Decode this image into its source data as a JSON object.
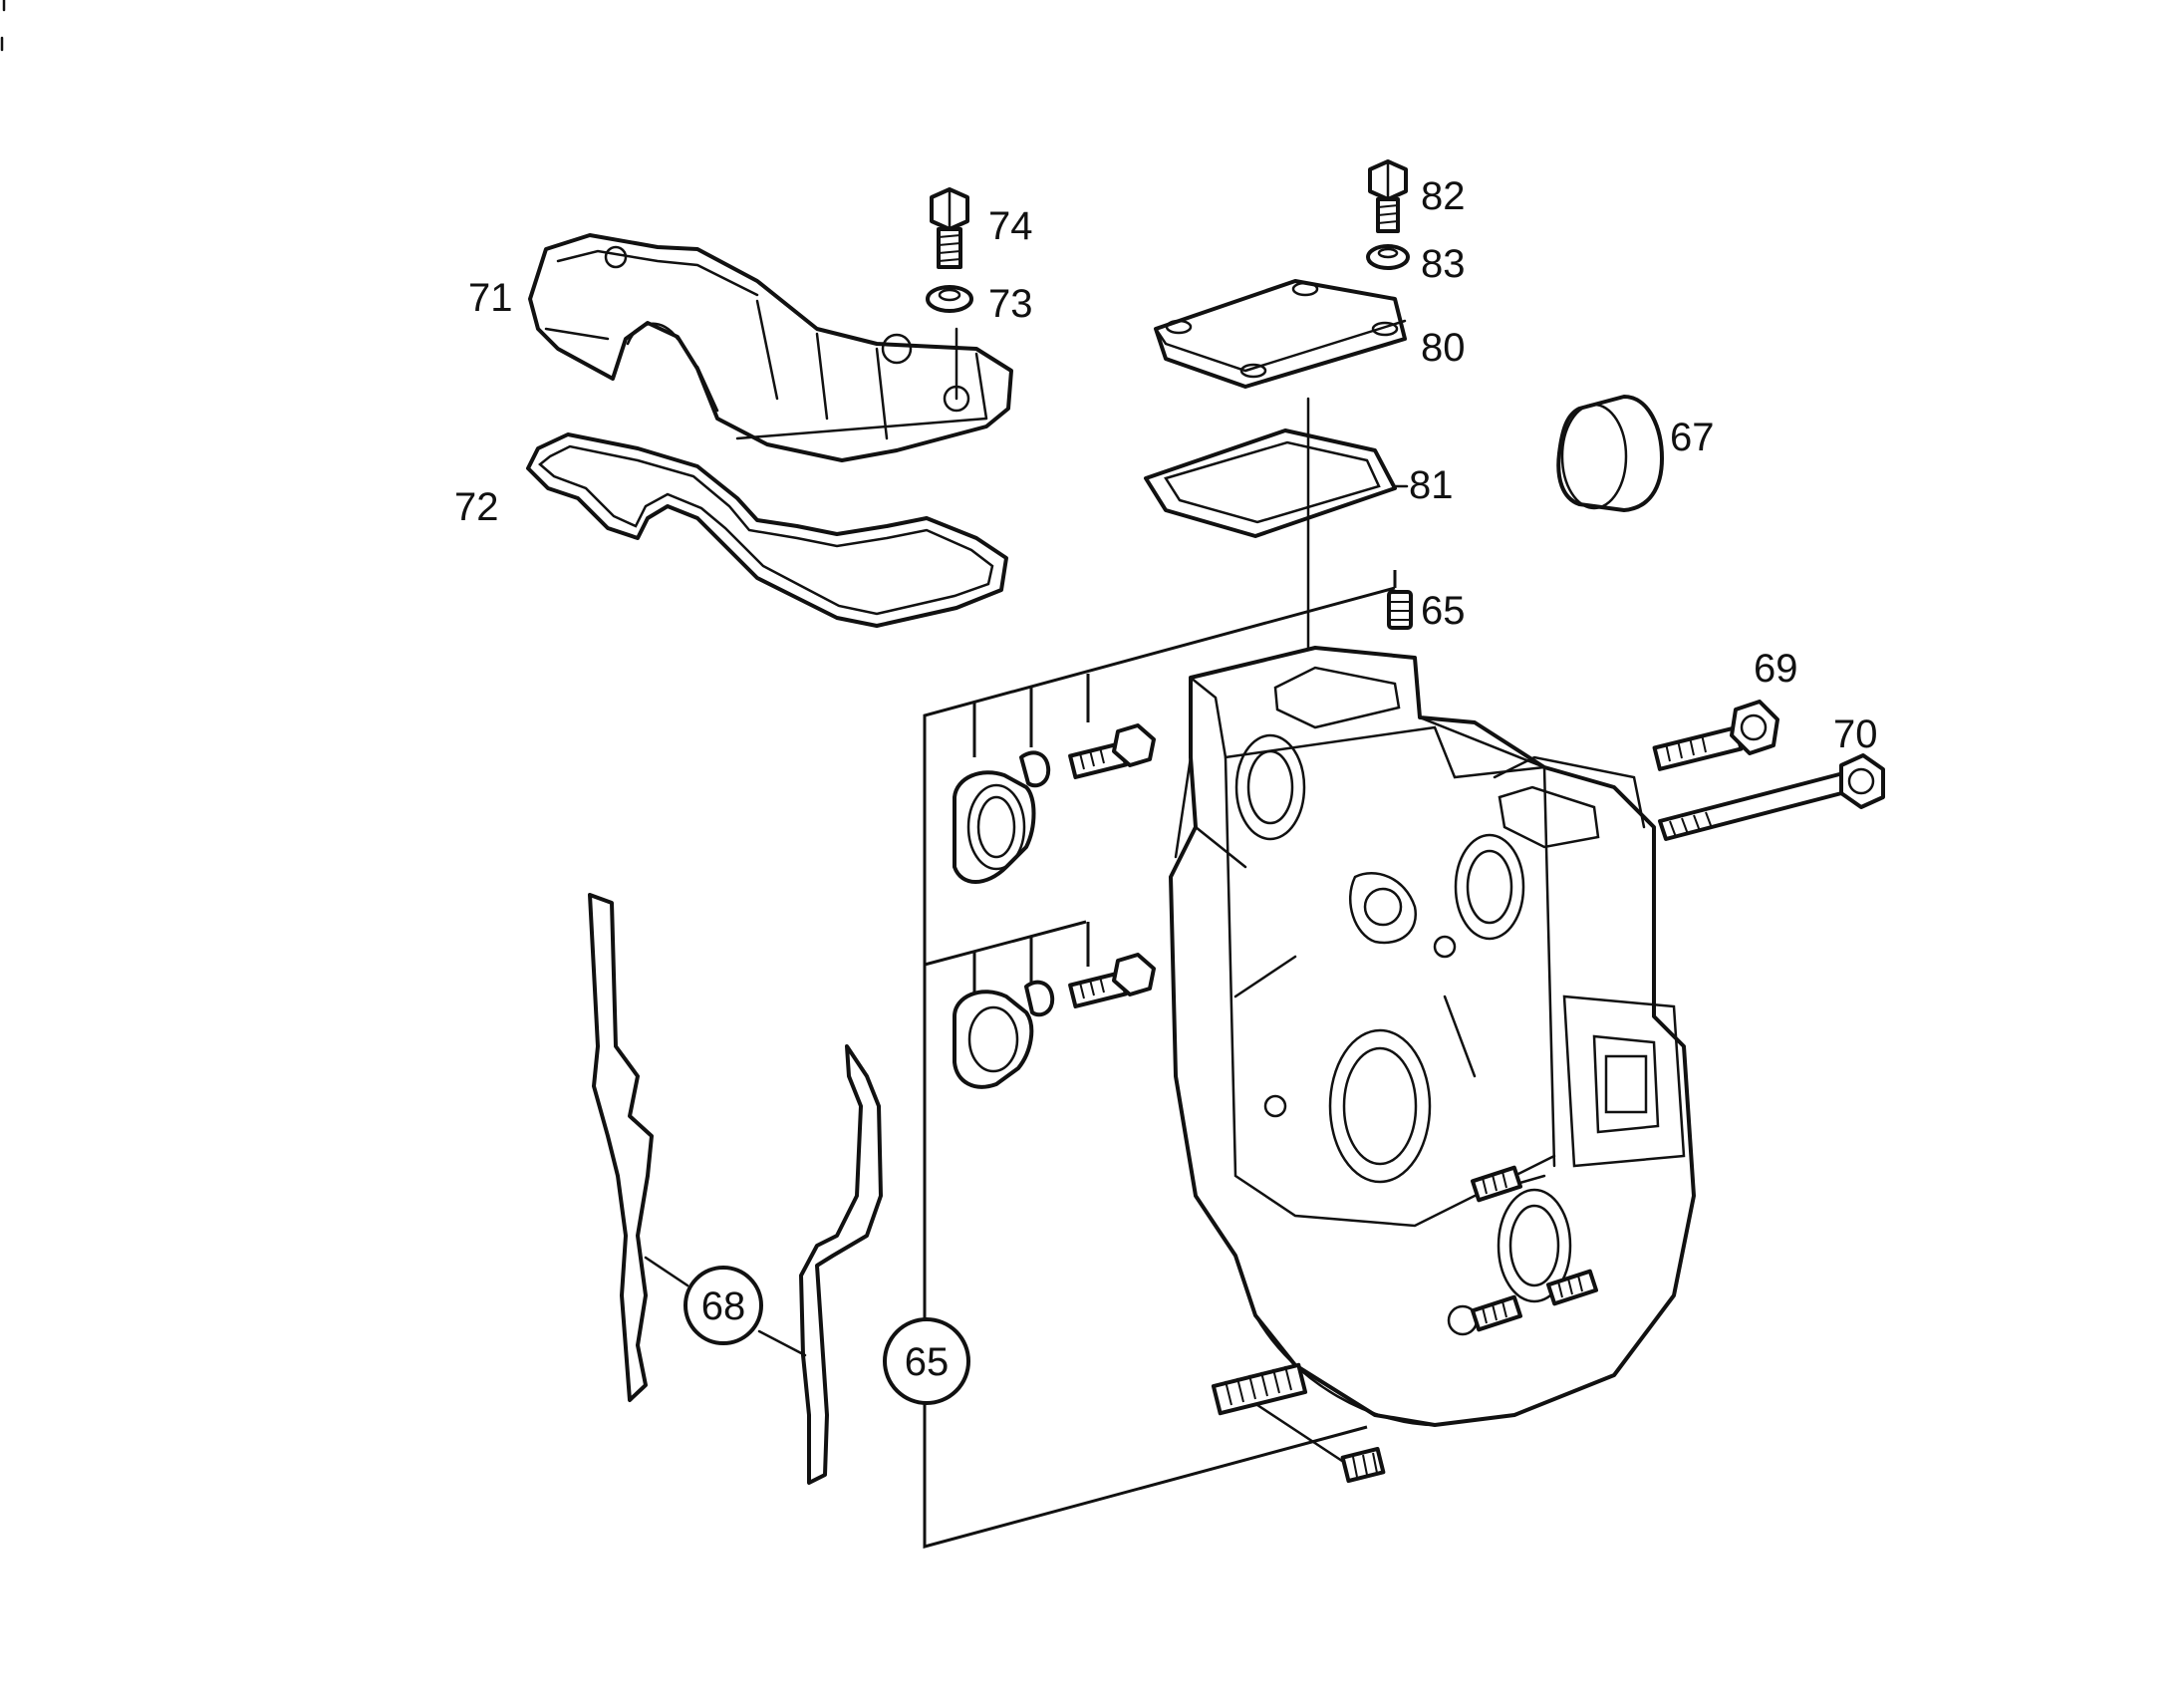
{
  "diagram": {
    "callouts": [
      {
        "id": "82",
        "label": "82"
      },
      {
        "id": "83",
        "label": "83"
      },
      {
        "id": "80",
        "label": "80"
      },
      {
        "id": "81",
        "label": "81"
      },
      {
        "id": "65a",
        "label": "65"
      },
      {
        "id": "67",
        "label": "67"
      },
      {
        "id": "69",
        "label": "69"
      },
      {
        "id": "70",
        "label": "70"
      },
      {
        "id": "74",
        "label": "74"
      },
      {
        "id": "73",
        "label": "73"
      },
      {
        "id": "71",
        "label": "71"
      },
      {
        "id": "72",
        "label": "72"
      }
    ],
    "circled": [
      {
        "id": "68",
        "label": "68"
      },
      {
        "id": "65b",
        "label": "65"
      }
    ]
  }
}
